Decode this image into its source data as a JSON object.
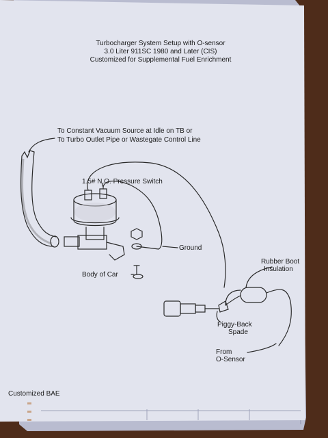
{
  "title_lines": [
    "Turbocharger System Setup with O-sensor",
    "3.0 Liter 911SC 1980 and Later (CIS)",
    "Customized for Supplemental Fuel Enrichment"
  ],
  "labels": {
    "vacuum_source_line1": "To Constant Vacuum Source at Idle on TB or",
    "vacuum_source_line2": "To Turbo Outlet Pipe or Wastegate Control Line",
    "pressure_switch": "1.5# N.O. Pressure Switch",
    "ground": "Ground",
    "body_of_car": "Body of Car",
    "rubber_boot_line1": "Rubber Boot",
    "rubber_boot_line2": "Insulation",
    "piggy_back_line1": "Piggy-Back",
    "piggy_back_line2": "Spade",
    "from_o_sensor_line1": "From",
    "from_o_sensor_line2": "O-Sensor"
  },
  "footer": "Customized BAE",
  "colors": {
    "paper": "#e4e6ef",
    "table": "#4a2a18",
    "ink": "#2a2a2a"
  }
}
